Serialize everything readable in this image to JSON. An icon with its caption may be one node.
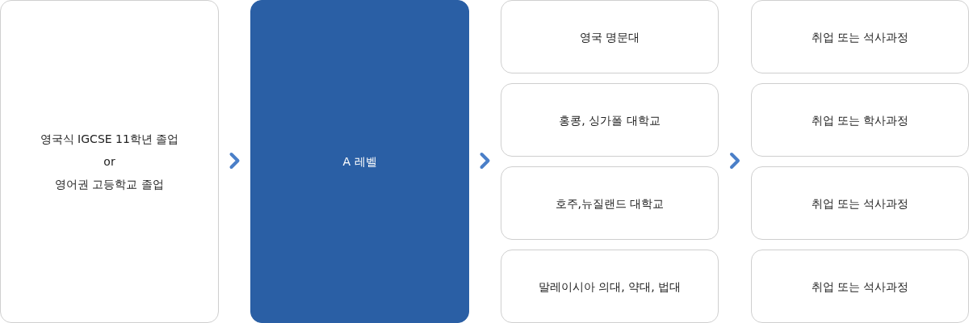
{
  "diagram": {
    "nodes": [
      {
        "text": [
          "영국식 IGCSE 11학년 졸업",
          "or",
          "영어권 고등학교 졸업"
        ]
      },
      {
        "text": [
          "A 레벨"
        ]
      },
      {
        "text": [
          "영국 명문대"
        ]
      },
      {
        "text": [
          "홍콩, 싱가폴 대학교"
        ]
      },
      {
        "text": [
          "호주,뉴질랜드 대학교"
        ]
      },
      {
        "text": [
          "말레이시아 의대, 약대, 법대"
        ]
      },
      {
        "text": [
          "취업 또는 석사과정"
        ]
      },
      {
        "text": [
          "취업 또는 학사과정"
        ]
      },
      {
        "text": [
          "취업 또는 석사과정"
        ]
      },
      {
        "text": [
          "취업 또는 석사과정"
        ]
      }
    ],
    "edges": [
      {
        "from": 0,
        "to": 1,
        "arrow": "to"
      },
      {
        "from": 1,
        "to": 3,
        "arrow": "to"
      },
      {
        "from": 1,
        "to": 4,
        "arrow": "to"
      },
      {
        "from": 3,
        "to": 7,
        "arrow": "to"
      },
      {
        "from": 4,
        "to": 8,
        "arrow": "to"
      }
    ]
  }
}
